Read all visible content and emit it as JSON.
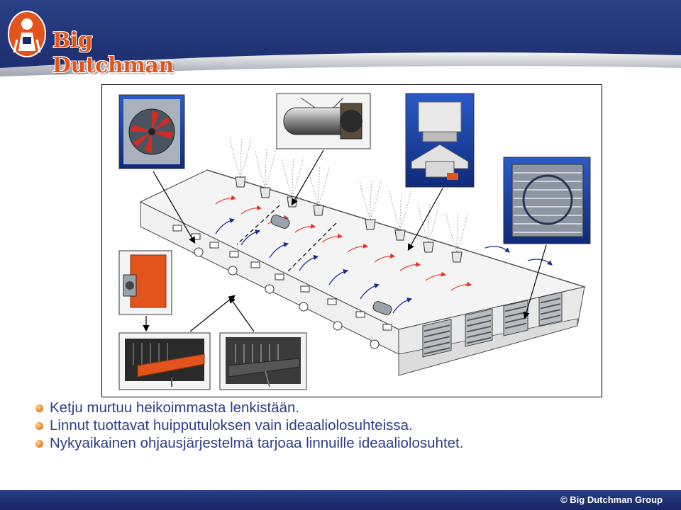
{
  "header": {
    "brand_name": "Big Dutchman",
    "brand_color": "#e2541b",
    "bar_color": "#1f3278"
  },
  "figure": {
    "description_icon": "poultry-house-ventilation-diagram"
  },
  "bullets": [
    "Ketju murtuu heikoimmasta lenkistään.",
    "Linnut  tuottavat huipputuloksen vain ideaaliolosuhteissa.",
    "Nykyaikainen ohjausjärjestelmä tarjoaa linnuille ideaaliolosuhtet."
  ],
  "footer": {
    "copyright": "© Big Dutchman Group"
  }
}
